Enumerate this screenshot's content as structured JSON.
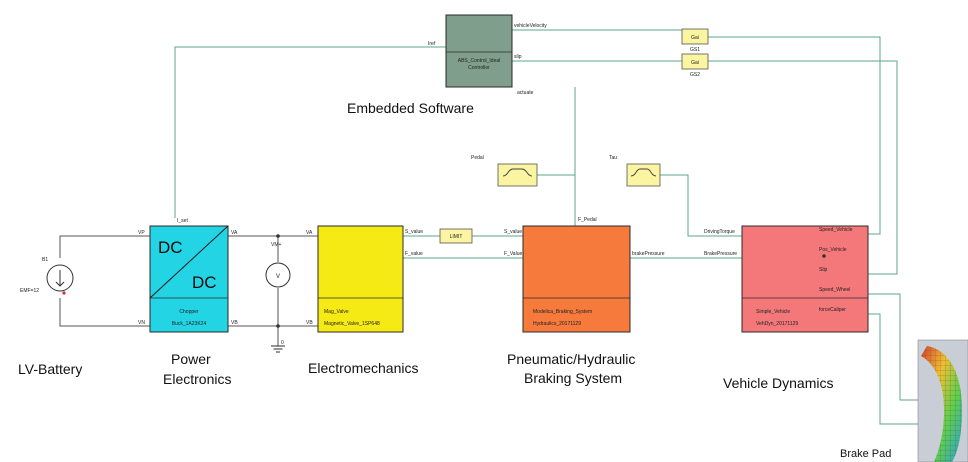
{
  "section_labels": {
    "embedded_software": "Embedded Software",
    "lv_battery": "LV-Battery",
    "power_electronics_1": "Power",
    "power_electronics_2": "Electronics",
    "electromechanics": "Electromechanics",
    "braking_1": "Pneumatic/Hydraulic",
    "braking_2": "Braking System",
    "vehicle_dynamics": "Vehicle Dynamics",
    "brake_pad": "Brake Pad"
  },
  "controller": {
    "name": "ABS_Control_Ideal",
    "type": "Controller",
    "ports": {
      "in_left": "Iref",
      "out_top_right": "vehicleVelocity",
      "out_right": "slip",
      "bottom": "actuate"
    }
  },
  "gain_blocks": {
    "g1_label": "Gai",
    "g2_label": "Gai",
    "g1_name": "GS1",
    "g2_name": "GS2"
  },
  "chopper": {
    "dc_top": "DC",
    "dc_bottom": "DC",
    "name": "Chopper",
    "type": "Buck_1A23K24",
    "ports": {
      "vp": "VP",
      "vn": "VN",
      "va": "VA",
      "vb": "VB",
      "iset": "I_set"
    }
  },
  "battery": {
    "name": "B1",
    "param": "EMF=12"
  },
  "voltmeter": {
    "symbol": "V",
    "top_port": "VM+",
    "ground": "0"
  },
  "valve": {
    "name": "Mag_Valve",
    "type": "Magnetic_Valve_1SP648",
    "ports": {
      "va": "VA",
      "vb": "VB",
      "s_value": "S_value",
      "f_value": "F_value"
    }
  },
  "limit": {
    "label": "LIMIT"
  },
  "hydraulics": {
    "name": "Modelica_Braking_System",
    "type": "Hydraulics_20171129",
    "ports": {
      "s_value": "S_value",
      "f_value": "F_Value",
      "f_pedal": "F_Pedal",
      "brake_pressure": "brakePressure"
    }
  },
  "sources": {
    "pedal": "Pedal",
    "torque": "Tau"
  },
  "vehicle": {
    "name": "Simple_Vehicle",
    "type": "VehDyn_20171129",
    "ports": {
      "driving_torque": "DrivingTorque",
      "brake_pressure": "BrakePressure",
      "speed_vehicle": "Speed_Vehicle",
      "pos_vehicle": "Pos_Vehicle",
      "slip": "Slip",
      "speed_wheel": "Speed_Wheel",
      "force_caliper": "forceCaliper"
    }
  },
  "colors": {
    "controller": "#7f9f8c",
    "chopper": "#22d4e4",
    "valve": "#f5ea14",
    "hydraulics": "#f57a3c",
    "vehicle": "#f4787a",
    "gain": "#fbf4a0",
    "source": "#fbf4a0",
    "wire": "#5da68a"
  }
}
